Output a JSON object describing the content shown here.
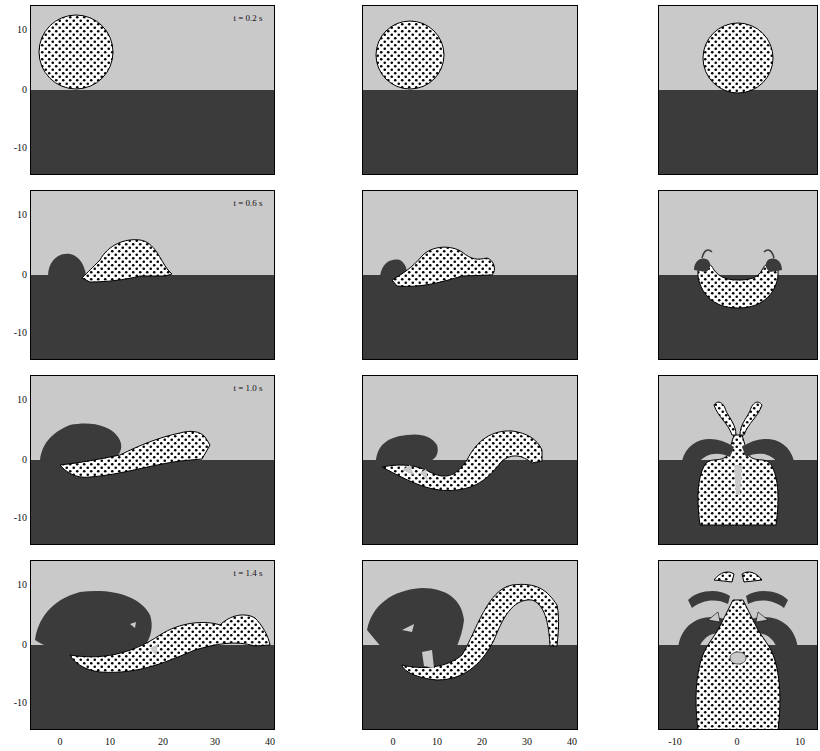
{
  "diagram": {
    "labels": [
      "t = 0.2 s",
      "10",
      "0",
      "-10",
      "t = 0.6 s",
      "10",
      "0",
      "-10",
      "t = 1.0 s",
      "10",
      "0",
      "-10",
      "t = 1.4 s",
      "10",
      "0",
      "-10",
      "0",
      "10",
      "20",
      "30",
      "40",
      "0",
      "10",
      "20",
      "30",
      "40",
      "-10",
      "0",
      "10"
    ]
  }
}
